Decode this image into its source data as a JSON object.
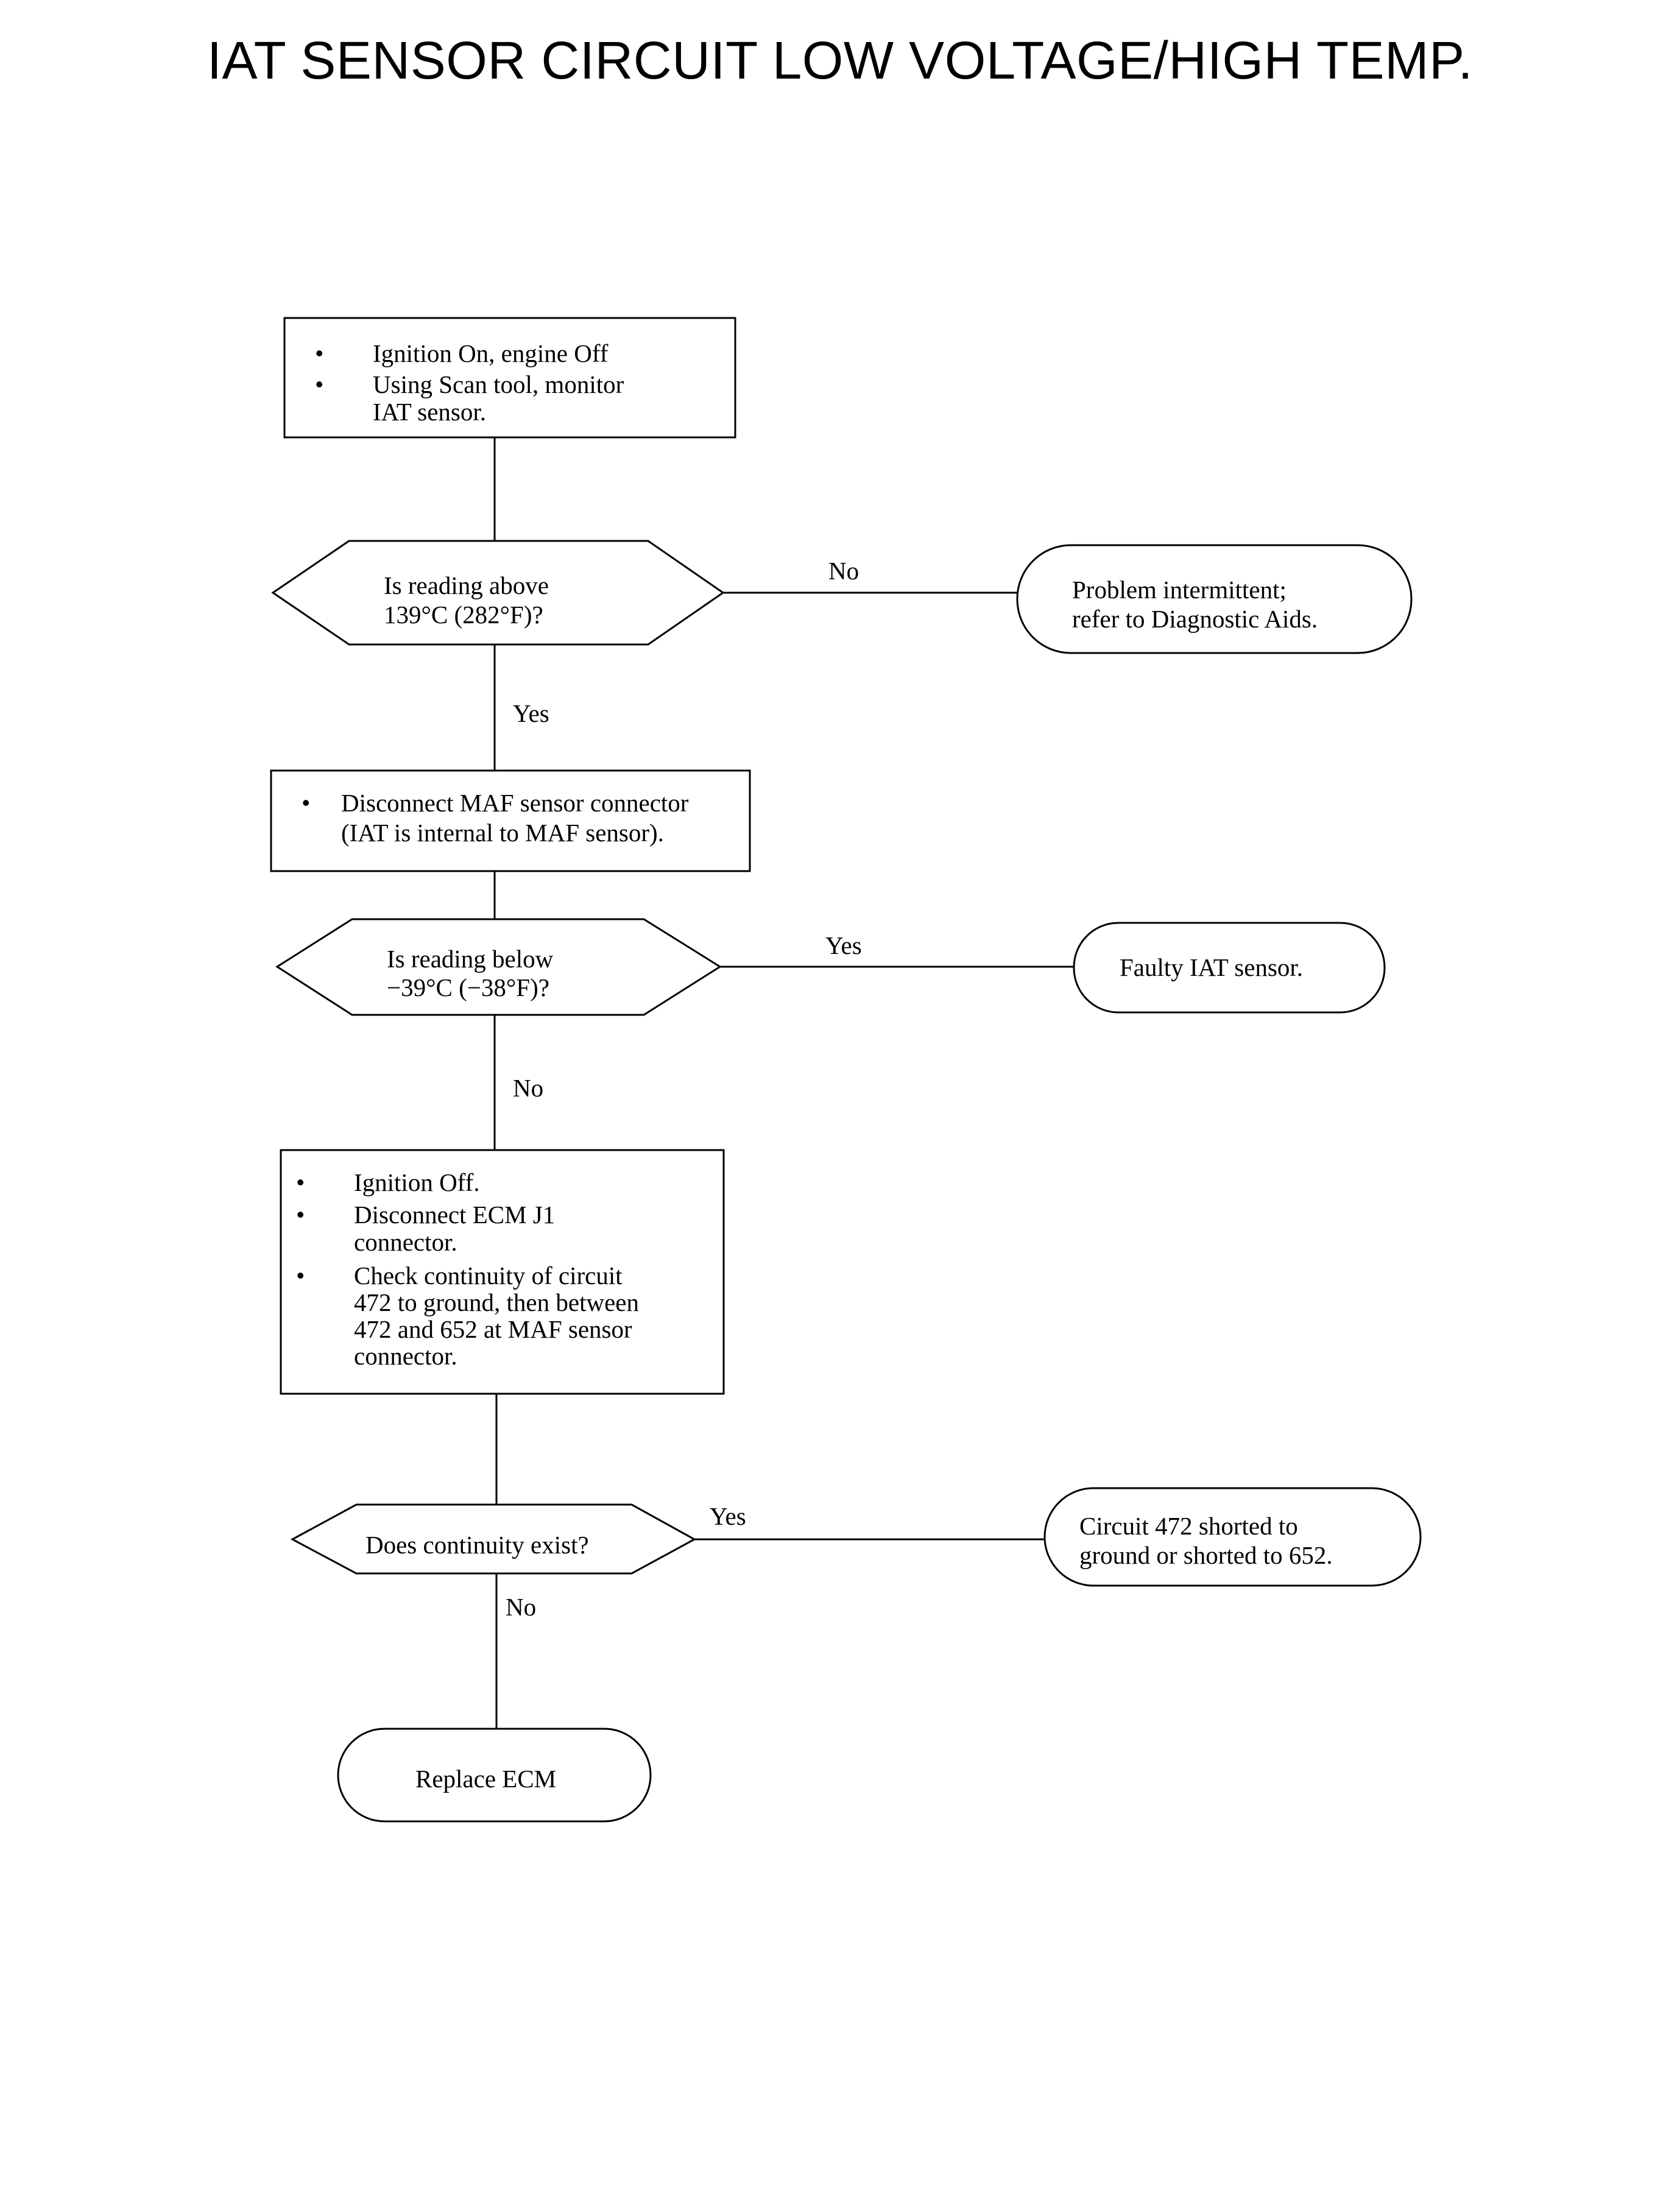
{
  "title": "IAT SENSOR CIRCUIT LOW VOLTAGE/HIGH TEMP.",
  "steps": {
    "step1": {
      "bullet1": "Ignition On, engine Off",
      "bullet2_line1": "Using Scan tool, monitor",
      "bullet2_line2": "IAT sensor."
    },
    "decision1": {
      "line1": "Is reading above",
      "line2": "139°C (282°F)?"
    },
    "result1": {
      "line1": "Problem intermittent;",
      "line2": "refer to Diagnostic Aids."
    },
    "step2": {
      "bullet1_line1": "Disconnect MAF sensor connector",
      "bullet1_line2": "(IAT is internal to MAF sensor)."
    },
    "decision2": {
      "line1": "Is reading below",
      "line2": "−39°C (−38°F)?"
    },
    "result2": {
      "line1": "Faulty IAT sensor."
    },
    "step3": {
      "bullet1": "Ignition Off.",
      "bullet2_line1": "Disconnect ECM J1",
      "bullet2_line2": "connector.",
      "bullet3_line1": "Check continuity of circuit",
      "bullet3_line2": "472 to ground, then between",
      "bullet3_line3": "472 and 652 at MAF sensor",
      "bullet3_line4": "connector."
    },
    "decision3": {
      "line1": "Does continuity exist?"
    },
    "result3": {
      "line1": "Circuit 472 shorted to",
      "line2": "ground or shorted to 652."
    },
    "result4": {
      "line1": "Replace ECM"
    }
  },
  "labels": {
    "d1_no": "No",
    "d1_yes": "Yes",
    "d2_yes": "Yes",
    "d2_no": "No",
    "d3_yes": "Yes",
    "d3_no": "No"
  },
  "bullet": "•"
}
